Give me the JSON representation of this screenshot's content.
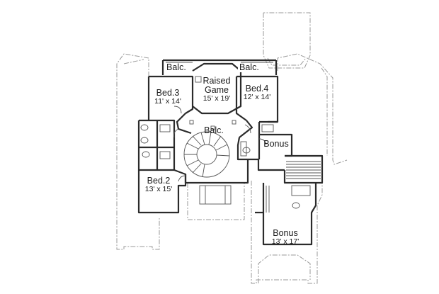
{
  "rooms": {
    "balc_left": {
      "name": "Balc."
    },
    "balc_right": {
      "name": "Balc."
    },
    "raised_game": {
      "name_line1": "Raised",
      "name_line2": "Game",
      "dims": "15' x 19'"
    },
    "bed3": {
      "name": "Bed.3",
      "dims": "11' x 14'"
    },
    "bed4": {
      "name": "Bed.4",
      "dims": "12' x 14'"
    },
    "balc_center": {
      "name": "Balc."
    },
    "bonus_small": {
      "name": "Bonus"
    },
    "bed2": {
      "name": "Bed.2",
      "dims": "13' x 15'"
    },
    "bonus_large": {
      "name": "Bonus",
      "dims": "13' x 17'"
    }
  },
  "colors": {
    "wall": "#2b2b2b",
    "thin_line": "#555555",
    "outline": "#9a9a9a",
    "background": "#ffffff"
  }
}
